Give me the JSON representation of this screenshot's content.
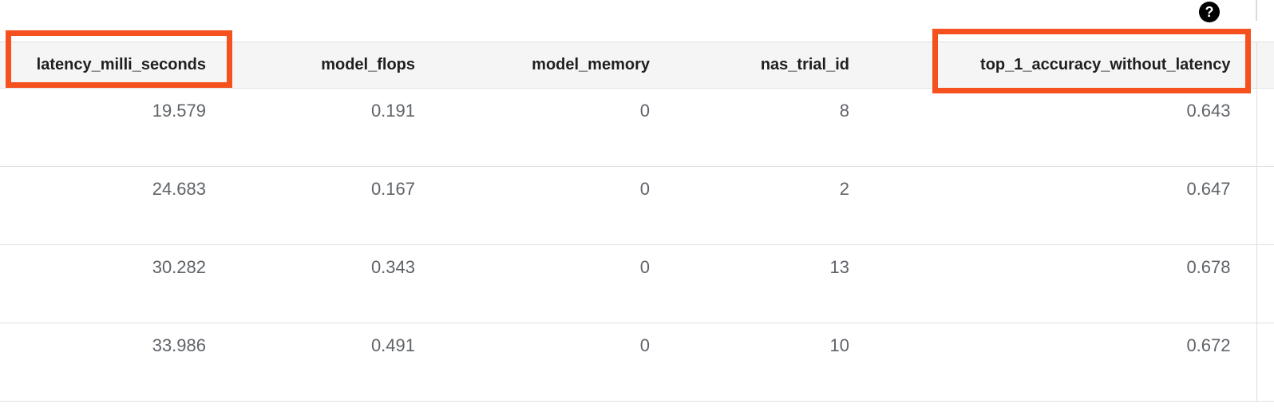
{
  "help": {
    "icon_glyph": "?"
  },
  "table": {
    "columns": [
      {
        "key": "latency_milli_seconds",
        "label": "latency_milli_seconds",
        "highlighted": true
      },
      {
        "key": "model_flops",
        "label": "model_flops",
        "highlighted": false
      },
      {
        "key": "model_memory",
        "label": "model_memory",
        "highlighted": false
      },
      {
        "key": "nas_trial_id",
        "label": "nas_trial_id",
        "highlighted": false
      },
      {
        "key": "top_1_accuracy_without_latency",
        "label": "top_1_accuracy_without_latency",
        "highlighted": true
      }
    ],
    "rows": [
      [
        "19.579",
        "0.191",
        "0",
        "8",
        "0.643"
      ],
      [
        "24.683",
        "0.167",
        "0",
        "2",
        "0.647"
      ],
      [
        "30.282",
        "0.343",
        "0",
        "13",
        "0.678"
      ],
      [
        "33.986",
        "0.491",
        "0",
        "10",
        "0.672"
      ]
    ]
  },
  "colors": {
    "highlight": "#f4511e",
    "header_bg": "#f5f5f5",
    "divider": "#e0e0e0",
    "header_text": "#1f1f1f",
    "cell_text": "#5f6368"
  }
}
